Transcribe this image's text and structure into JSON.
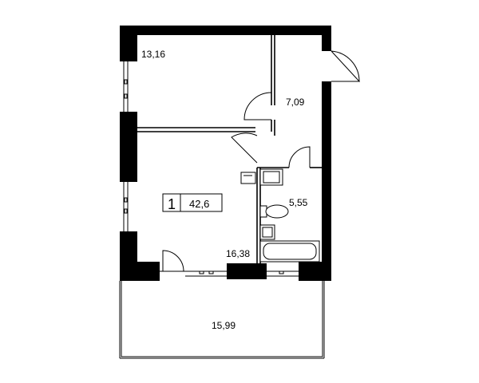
{
  "rooms": [
    {
      "id": "bedroom",
      "area": "13,16"
    },
    {
      "id": "hallway",
      "area": "7,09"
    },
    {
      "id": "bathroom",
      "area": "5,55"
    },
    {
      "id": "living",
      "area": "16,38"
    },
    {
      "id": "balcony",
      "area": "15,99"
    }
  ],
  "badge": {
    "rooms_count": "1",
    "total_area": "42,6"
  }
}
